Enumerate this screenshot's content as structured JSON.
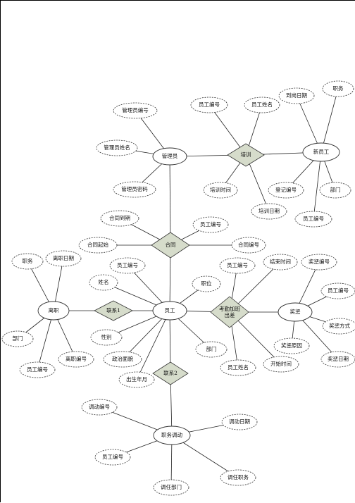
{
  "entities": [
    {
      "id": "manager",
      "label": "管理员"
    },
    {
      "id": "newemp",
      "label": "新员工"
    },
    {
      "id": "emp",
      "label": "员工"
    },
    {
      "id": "resign",
      "label": "离职"
    },
    {
      "id": "award",
      "label": "奖惩"
    },
    {
      "id": "transfer",
      "label": "职务调动"
    }
  ],
  "relationships": [
    {
      "id": "train",
      "label": "培训"
    },
    {
      "id": "contract",
      "label": "合同"
    },
    {
      "id": "link1",
      "label": "联系1"
    },
    {
      "id": "attendance",
      "label": "考勤加班出差"
    },
    {
      "id": "link2",
      "label": "联系2"
    }
  ],
  "attributes": [
    {
      "id": "mgr_no",
      "label": "管理员编号"
    },
    {
      "id": "mgr_name",
      "label": "管理员姓名"
    },
    {
      "id": "mgr_pwd",
      "label": "管理员密码"
    },
    {
      "id": "tr_empno",
      "label": "员工编号"
    },
    {
      "id": "tr_empname",
      "label": "员工姓名"
    },
    {
      "id": "tr_time",
      "label": "培训时间"
    },
    {
      "id": "tr_date",
      "label": "培训日期"
    },
    {
      "id": "ne_arrive",
      "label": "到岗日期"
    },
    {
      "id": "ne_duty",
      "label": "职务"
    },
    {
      "id": "ne_regno",
      "label": "登记编号"
    },
    {
      "id": "ne_dept",
      "label": "部门"
    },
    {
      "id": "ne_empno",
      "label": "员工编号"
    },
    {
      "id": "ct_expire",
      "label": "合同到期"
    },
    {
      "id": "ct_empno",
      "label": "员工编号"
    },
    {
      "id": "ct_start",
      "label": "合同起始"
    },
    {
      "id": "ct_no",
      "label": "合同编号"
    },
    {
      "id": "e_no",
      "label": "员工编号"
    },
    {
      "id": "e_name",
      "label": "姓名"
    },
    {
      "id": "e_pos",
      "label": "职位"
    },
    {
      "id": "e_gender",
      "label": "性别"
    },
    {
      "id": "e_politic",
      "label": "政治面貌"
    },
    {
      "id": "e_birth",
      "label": "出生年月"
    },
    {
      "id": "e_dept",
      "label": "部门"
    },
    {
      "id": "r_duty",
      "label": "职务"
    },
    {
      "id": "r_date",
      "label": "离职日期"
    },
    {
      "id": "r_dept",
      "label": "部门"
    },
    {
      "id": "r_empno",
      "label": "员工编号"
    },
    {
      "id": "r_no",
      "label": "离职编号"
    },
    {
      "id": "at_empno",
      "label": "员工编号"
    },
    {
      "id": "at_end",
      "label": "结束时间"
    },
    {
      "id": "at_start",
      "label": "开始时间"
    },
    {
      "id": "at_empname",
      "label": "员工姓名"
    },
    {
      "id": "aw_no",
      "label": "奖惩编号"
    },
    {
      "id": "aw_empno",
      "label": "员工编号"
    },
    {
      "id": "aw_mode",
      "label": "奖惩方式"
    },
    {
      "id": "aw_reason",
      "label": "奖惩原因"
    },
    {
      "id": "aw_date",
      "label": "奖惩日期"
    },
    {
      "id": "tf_no",
      "label": "调动编号"
    },
    {
      "id": "tf_date",
      "label": "调动日期"
    },
    {
      "id": "tf_empno",
      "label": "员工编号"
    },
    {
      "id": "tf_newduty",
      "label": "调任职务"
    },
    {
      "id": "tf_newdept",
      "label": "调任部门"
    }
  ]
}
